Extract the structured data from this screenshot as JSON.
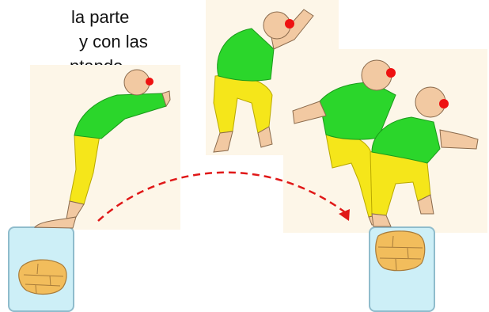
{
  "caption": {
    "lines": [
      "la parte",
      "y con las",
      "ntando"
    ]
  },
  "colors": {
    "background": "#ffffff",
    "panel": "#fdf6e8",
    "skin": "#f2c9a2",
    "skin_outline": "#8a6a4c",
    "shirt": "#2bd62b",
    "pants": "#f5e61a",
    "nose": "#ee1111",
    "box_fill": "#cdeff7",
    "box_stroke": "#8fbccc",
    "stone": "#f2bd5c",
    "stone_line": "#a77b3a",
    "arrow": "#e01818"
  }
}
